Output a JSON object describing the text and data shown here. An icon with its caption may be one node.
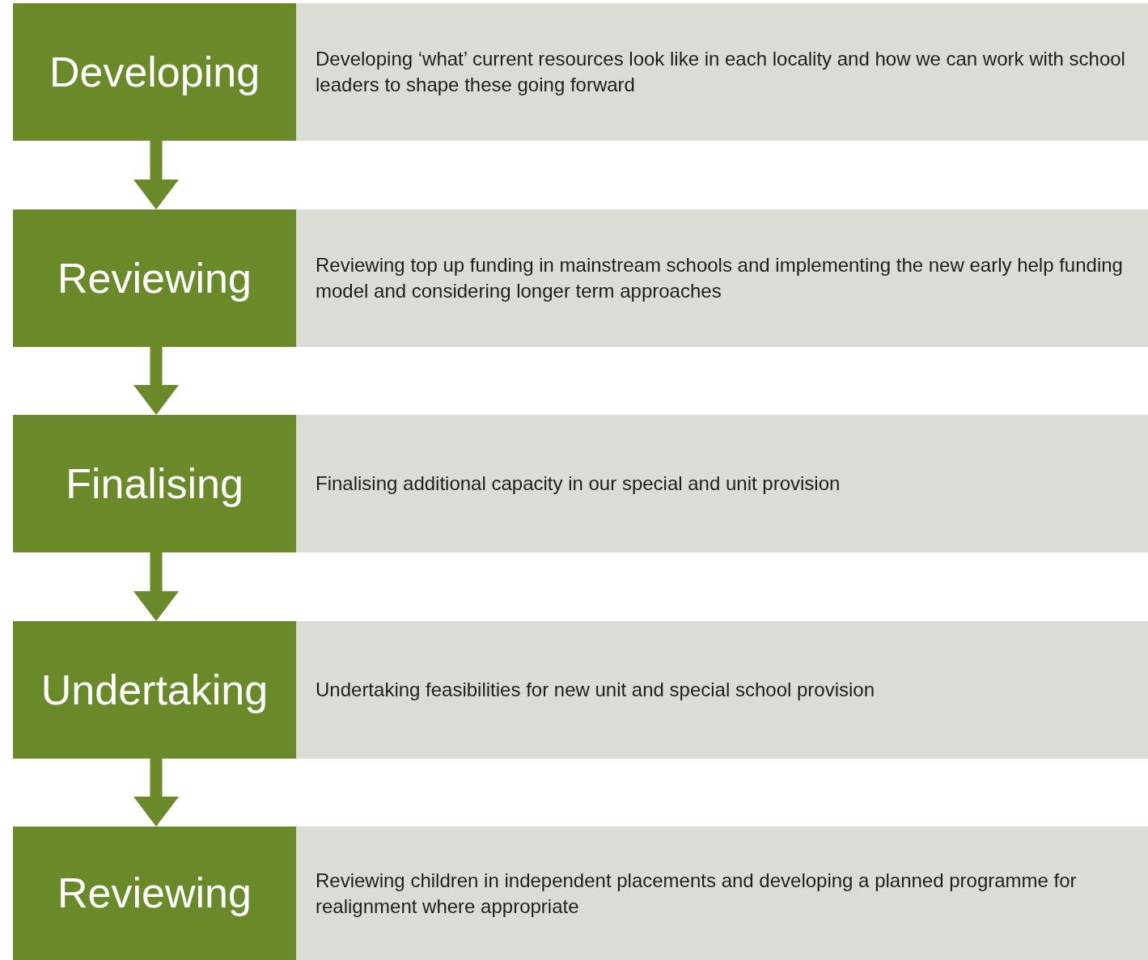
{
  "diagram": {
    "nodes": [
      {
        "text": [
          "Developing"
        ]
      },
      {
        "text": [
          "Developing ‘what’ current resources look like in each locality and how we can work with school leaders to shape these going forward"
        ]
      },
      {
        "text": [
          "Reviewing"
        ]
      },
      {
        "text": [
          "Reviewing top up funding in mainstream schools and implementing the new early help funding model and considering longer term approaches"
        ]
      },
      {
        "text": [
          "Finalising"
        ]
      },
      {
        "text": [
          "Finalising additional capacity in our special and unit provision"
        ]
      },
      {
        "text": [
          "Undertaking"
        ]
      },
      {
        "text": [
          "Undertaking feasibilities for new unit and special school provision"
        ]
      },
      {
        "text": [
          "Reviewing"
        ]
      },
      {
        "text": [
          "Reviewing children in independent placements and developing a planned programme for realignment where appropriate"
        ]
      }
    ],
    "edges": [
      {
        "from": 0,
        "to": 2,
        "arrow": "to"
      },
      {
        "from": 2,
        "to": 4,
        "arrow": "to"
      },
      {
        "from": 4,
        "to": 6,
        "arrow": "to"
      },
      {
        "from": 6,
        "to": 8,
        "arrow": "to"
      }
    ]
  }
}
